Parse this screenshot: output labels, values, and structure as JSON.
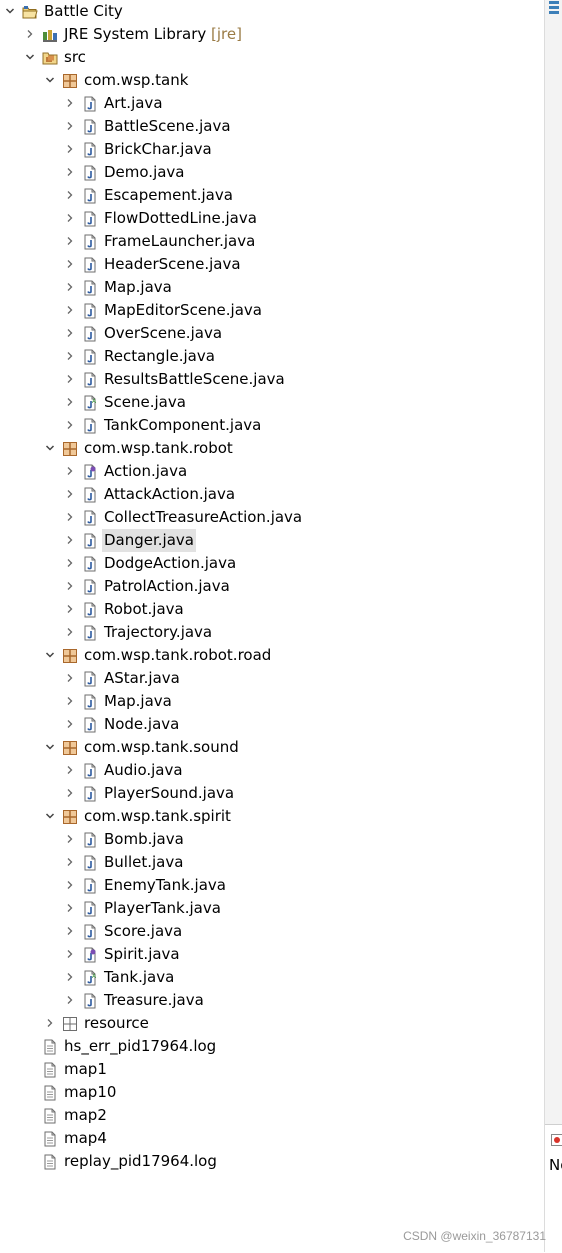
{
  "tree": [
    {
      "depth": 0,
      "state": "expanded",
      "icon": "project-icon",
      "label": "Battle City"
    },
    {
      "depth": 1,
      "state": "collapsed",
      "icon": "library-icon",
      "label": "JRE System Library",
      "decoration": "[jre]"
    },
    {
      "depth": 1,
      "state": "expanded",
      "icon": "source-folder-icon",
      "label": "src"
    },
    {
      "depth": 2,
      "state": "expanded",
      "icon": "package-icon",
      "label": "com.wsp.tank"
    },
    {
      "depth": 3,
      "state": "collapsed",
      "icon": "java-file-icon",
      "label": "Art.java"
    },
    {
      "depth": 3,
      "state": "collapsed",
      "icon": "java-file-icon",
      "label": "BattleScene.java"
    },
    {
      "depth": 3,
      "state": "collapsed",
      "icon": "java-file-icon",
      "label": "BrickChar.java"
    },
    {
      "depth": 3,
      "state": "collapsed",
      "icon": "java-file-icon",
      "label": "Demo.java"
    },
    {
      "depth": 3,
      "state": "collapsed",
      "icon": "java-file-icon",
      "label": "Escapement.java"
    },
    {
      "depth": 3,
      "state": "collapsed",
      "icon": "java-file-icon",
      "label": "FlowDottedLine.java"
    },
    {
      "depth": 3,
      "state": "collapsed",
      "icon": "java-file-icon",
      "label": "FrameLauncher.java"
    },
    {
      "depth": 3,
      "state": "collapsed",
      "icon": "java-file-icon",
      "label": "HeaderScene.java"
    },
    {
      "depth": 3,
      "state": "collapsed",
      "icon": "java-file-icon",
      "label": "Map.java"
    },
    {
      "depth": 3,
      "state": "collapsed",
      "icon": "java-file-icon",
      "label": "MapEditorScene.java"
    },
    {
      "depth": 3,
      "state": "collapsed",
      "icon": "java-file-icon",
      "label": "OverScene.java"
    },
    {
      "depth": 3,
      "state": "collapsed",
      "icon": "java-file-icon",
      "label": "Rectangle.java"
    },
    {
      "depth": 3,
      "state": "collapsed",
      "icon": "java-file-icon",
      "label": "ResultsBattleScene.java"
    },
    {
      "depth": 3,
      "state": "collapsed",
      "icon": "java-abstract-file-icon",
      "label": "Scene.java"
    },
    {
      "depth": 3,
      "state": "collapsed",
      "icon": "java-file-icon",
      "label": "TankComponent.java"
    },
    {
      "depth": 2,
      "state": "expanded",
      "icon": "package-icon",
      "label": "com.wsp.tank.robot"
    },
    {
      "depth": 3,
      "state": "collapsed",
      "icon": "java-interface-file-icon",
      "label": "Action.java"
    },
    {
      "depth": 3,
      "state": "collapsed",
      "icon": "java-file-icon",
      "label": "AttackAction.java"
    },
    {
      "depth": 3,
      "state": "collapsed",
      "icon": "java-file-icon",
      "label": "CollectTreasureAction.java"
    },
    {
      "depth": 3,
      "state": "collapsed",
      "icon": "java-file-icon",
      "label": "Danger.java",
      "selected": true
    },
    {
      "depth": 3,
      "state": "collapsed",
      "icon": "java-file-icon",
      "label": "DodgeAction.java"
    },
    {
      "depth": 3,
      "state": "collapsed",
      "icon": "java-file-icon",
      "label": "PatrolAction.java"
    },
    {
      "depth": 3,
      "state": "collapsed",
      "icon": "java-file-icon",
      "label": "Robot.java"
    },
    {
      "depth": 3,
      "state": "collapsed",
      "icon": "java-file-icon",
      "label": "Trajectory.java"
    },
    {
      "depth": 2,
      "state": "expanded",
      "icon": "package-icon",
      "label": "com.wsp.tank.robot.road"
    },
    {
      "depth": 3,
      "state": "collapsed",
      "icon": "java-file-icon",
      "label": "AStar.java"
    },
    {
      "depth": 3,
      "state": "collapsed",
      "icon": "java-file-icon",
      "label": "Map.java"
    },
    {
      "depth": 3,
      "state": "collapsed",
      "icon": "java-file-icon",
      "label": "Node.java"
    },
    {
      "depth": 2,
      "state": "expanded",
      "icon": "package-icon",
      "label": "com.wsp.tank.sound"
    },
    {
      "depth": 3,
      "state": "collapsed",
      "icon": "java-file-icon",
      "label": "Audio.java"
    },
    {
      "depth": 3,
      "state": "collapsed",
      "icon": "java-file-icon",
      "label": "PlayerSound.java"
    },
    {
      "depth": 2,
      "state": "expanded",
      "icon": "package-icon",
      "label": "com.wsp.tank.spirit"
    },
    {
      "depth": 3,
      "state": "collapsed",
      "icon": "java-file-icon",
      "label": "Bomb.java"
    },
    {
      "depth": 3,
      "state": "collapsed",
      "icon": "java-file-icon",
      "label": "Bullet.java"
    },
    {
      "depth": 3,
      "state": "collapsed",
      "icon": "java-file-icon",
      "label": "EnemyTank.java"
    },
    {
      "depth": 3,
      "state": "collapsed",
      "icon": "java-file-icon",
      "label": "PlayerTank.java"
    },
    {
      "depth": 3,
      "state": "collapsed",
      "icon": "java-file-icon",
      "label": "Score.java"
    },
    {
      "depth": 3,
      "state": "collapsed",
      "icon": "java-interface-file-icon",
      "label": "Spirit.java"
    },
    {
      "depth": 3,
      "state": "collapsed",
      "icon": "java-abstract-file-icon",
      "label": "Tank.java"
    },
    {
      "depth": 3,
      "state": "collapsed",
      "icon": "java-file-icon",
      "label": "Treasure.java"
    },
    {
      "depth": 2,
      "state": "collapsed",
      "icon": "empty-package-icon",
      "label": "resource"
    },
    {
      "depth": 1,
      "state": "leaf",
      "icon": "text-file-icon",
      "label": "hs_err_pid17964.log"
    },
    {
      "depth": 1,
      "state": "leaf",
      "icon": "text-file-icon",
      "label": "map1"
    },
    {
      "depth": 1,
      "state": "leaf",
      "icon": "text-file-icon",
      "label": "map10"
    },
    {
      "depth": 1,
      "state": "leaf",
      "icon": "text-file-icon",
      "label": "map2"
    },
    {
      "depth": 1,
      "state": "leaf",
      "icon": "text-file-icon",
      "label": "map4"
    },
    {
      "depth": 1,
      "state": "leaf",
      "icon": "text-file-icon",
      "label": "replay_pid17964.log"
    }
  ],
  "right_panel": {
    "label": "No",
    "icon": "problems-view-icon"
  },
  "watermark": "CSDN @weixin_36787131",
  "colors": {
    "selection": "#e2e2e2",
    "decoration": "#9a7b45",
    "package": "#b07a3c",
    "java_file": "#2c5aa0"
  }
}
